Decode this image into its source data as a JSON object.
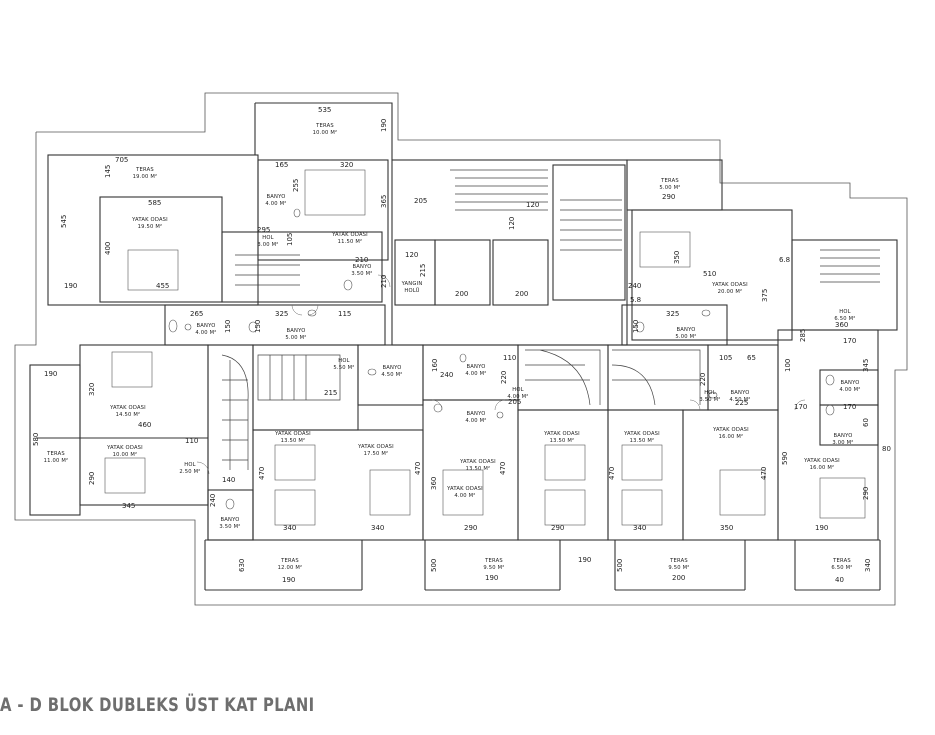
{
  "caption": "A - D BLOK DUBLEKS ÜST KAT PLANI",
  "rooms": [
    {
      "name": "TERAS",
      "area": "10.00 M²"
    },
    {
      "name": "TERAS",
      "area": "19.00 M²"
    },
    {
      "name": "BANYO",
      "area": "4.00 M²"
    },
    {
      "name": "YATAK ODASI",
      "area": "19.50 M²"
    },
    {
      "name": "YATAK ODASI",
      "area": "11.50 M²"
    },
    {
      "name": "HOL",
      "area": "3.00 M²"
    },
    {
      "name": "BANYO",
      "area": "3.50 M²"
    },
    {
      "name": "YANGIN",
      "area": "HOLÜ"
    },
    {
      "name": "TERAS",
      "area": "5.00 M²"
    },
    {
      "name": "YATAK ODASI",
      "area": "20.00 M²"
    },
    {
      "name": "HOL",
      "area": "6.50 M²"
    },
    {
      "name": "BANYO",
      "area": "4.00 M²"
    },
    {
      "name": "BANYO",
      "area": "5.00 M²"
    },
    {
      "name": "HOL",
      "area": "5.50 M²"
    },
    {
      "name": "BANYO",
      "area": "4.50 M²"
    },
    {
      "name": "BANYO",
      "area": "4.00 M²"
    },
    {
      "name": "HOL",
      "area": "4.00 M²"
    },
    {
      "name": "BANYO",
      "area": "4.00 M²"
    },
    {
      "name": "BANYO",
      "area": "5.00 M²"
    },
    {
      "name": "HOL",
      "area": "3.50 M²"
    },
    {
      "name": "BANYO",
      "area": "4.50 M²"
    },
    {
      "name": "BANYO",
      "area": "4.00 M²"
    },
    {
      "name": "BANYO",
      "area": "3.00 M²"
    },
    {
      "name": "YATAK ODASI",
      "area": "14.50 M²"
    },
    {
      "name": "YATAK ODASI",
      "area": "10.00 M²"
    },
    {
      "name": "TERAS",
      "area": "11.00 M²"
    },
    {
      "name": "HOL",
      "area": "2.50 M²"
    },
    {
      "name": "BANYO",
      "area": "3.50 M²"
    },
    {
      "name": "YATAK ODASI",
      "area": "13.50 M²"
    },
    {
      "name": "YATAK ODASI",
      "area": "17.50 M²"
    },
    {
      "name": "YATAK ODASI",
      "area": "13.50 M²"
    },
    {
      "name": "YATAK ODASI",
      "area": "4.00 M²"
    },
    {
      "name": "YATAK ODASI",
      "area": "13.50 M²"
    },
    {
      "name": "YATAK ODASI",
      "area": "13.50 M²"
    },
    {
      "name": "YATAK ODASI",
      "area": "16.00 M²"
    },
    {
      "name": "YATAK ODASI",
      "area": "16.00 M²"
    },
    {
      "name": "TERAS",
      "area": "12.00 M²"
    },
    {
      "name": "TERAS",
      "area": "9.50 M²"
    },
    {
      "name": "TERAS",
      "area": "9.50 M²"
    },
    {
      "name": "TERAS",
      "area": "6.50 M²"
    }
  ],
  "dimensions": [
    "535",
    "190",
    "705",
    "145",
    "320",
    "165",
    "255",
    "585",
    "545",
    "400",
    "190",
    "455",
    "295",
    "105",
    "365",
    "205",
    "120",
    "120",
    "210",
    "120",
    "215",
    "210",
    "200",
    "200",
    "240",
    "290",
    "350",
    "510",
    "375",
    "325",
    "265",
    "150",
    "325",
    "115",
    "150",
    "325",
    "150",
    "5.8",
    "6.8",
    "360",
    "285",
    "170",
    "110",
    "240",
    "160",
    "220",
    "205",
    "105",
    "65",
    "220",
    "225",
    "170",
    "190",
    "320",
    "460",
    "110",
    "580",
    "290",
    "345",
    "240",
    "140",
    "215",
    "100",
    "345",
    "170",
    "60",
    "80",
    "590",
    "470",
    "470",
    "360",
    "470",
    "470",
    "470",
    "320",
    "290",
    "340",
    "340",
    "290",
    "290",
    "340",
    "350",
    "190",
    "630",
    "190",
    "500",
    "190",
    "500",
    "200",
    "190",
    "340",
    "40"
  ]
}
